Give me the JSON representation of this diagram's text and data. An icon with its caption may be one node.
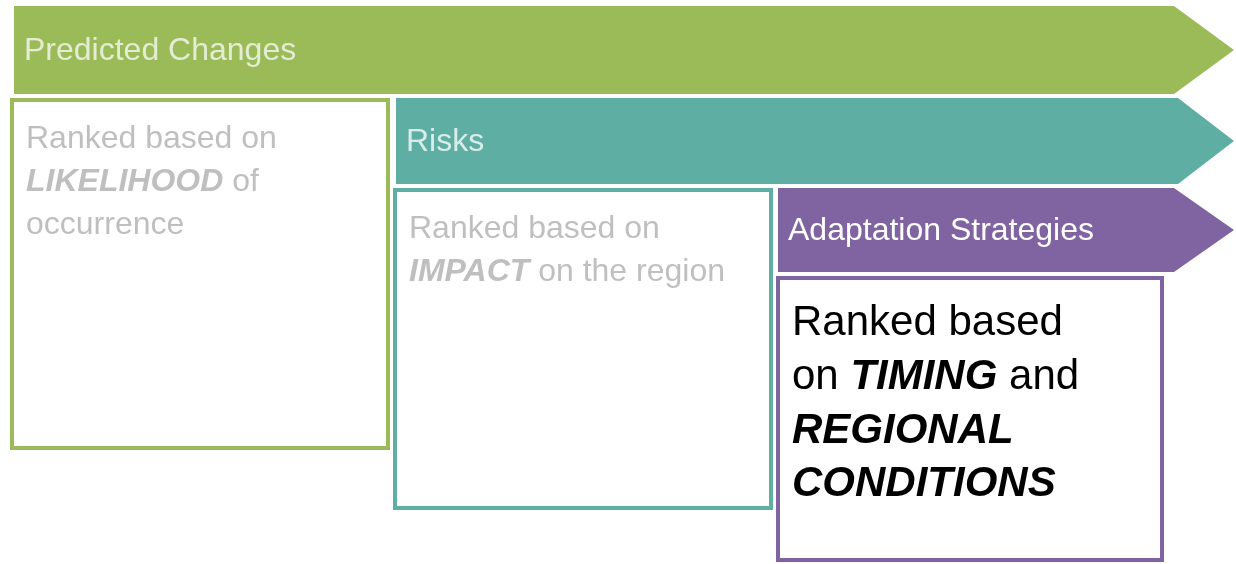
{
  "diagram": {
    "nodes": [
      {
        "text": [
          "Predicted Changes"
        ]
      },
      {
        "text": [
          "Ranked based on **LIKELIHOOD** of occurrence"
        ]
      },
      {
        "text": [
          "Risks"
        ]
      },
      {
        "text": [
          "Ranked based on **IMPACT** on the region"
        ]
      },
      {
        "text": [
          "Adaptation Strategies"
        ]
      },
      {
        "text": [
          "Ranked based on **TIMING** and **REGIONAL CONDITIONS**"
        ]
      }
    ]
  }
}
